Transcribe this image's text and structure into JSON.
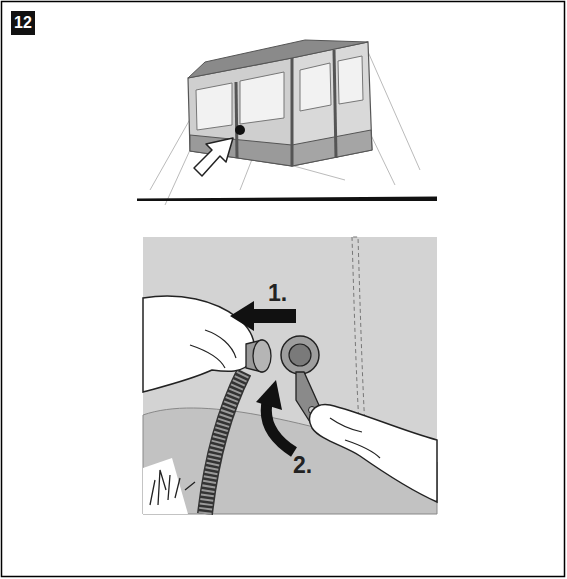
{
  "diagram": {
    "nodes": [
      {
        "text": [
          "12"
        ]
      }
    ],
    "labels": [
      "1.",
      "2."
    ]
  }
}
